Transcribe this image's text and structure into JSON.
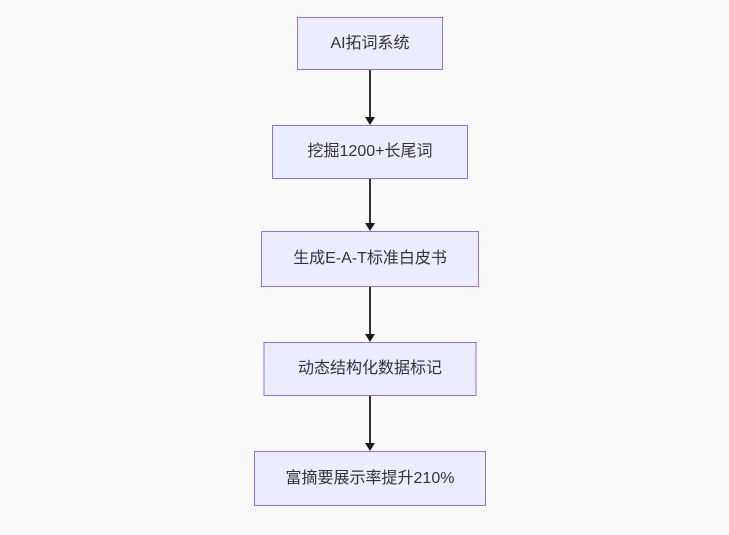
{
  "diagram": {
    "type": "flowchart-vertical",
    "colors": {
      "background": "#f9f9f9",
      "node_fill": "#ECECFF",
      "node_border": "#9370DB",
      "edge_line": "#333333",
      "arrow_head": "#1a1a1a",
      "text": "#333333"
    },
    "nodes": [
      {
        "id": "n1",
        "label": "AI拓词系统"
      },
      {
        "id": "n2",
        "label": "挖掘1200+长尾词"
      },
      {
        "id": "n3",
        "label": "生成E-A-T标准白皮书"
      },
      {
        "id": "n4",
        "label": "动态结构化数据标记"
      },
      {
        "id": "n5",
        "label": "富摘要展示率提升210%"
      }
    ],
    "edges": [
      {
        "from": "n1",
        "to": "n2"
      },
      {
        "from": "n2",
        "to": "n3"
      },
      {
        "from": "n3",
        "to": "n4"
      },
      {
        "from": "n4",
        "to": "n5"
      }
    ]
  }
}
